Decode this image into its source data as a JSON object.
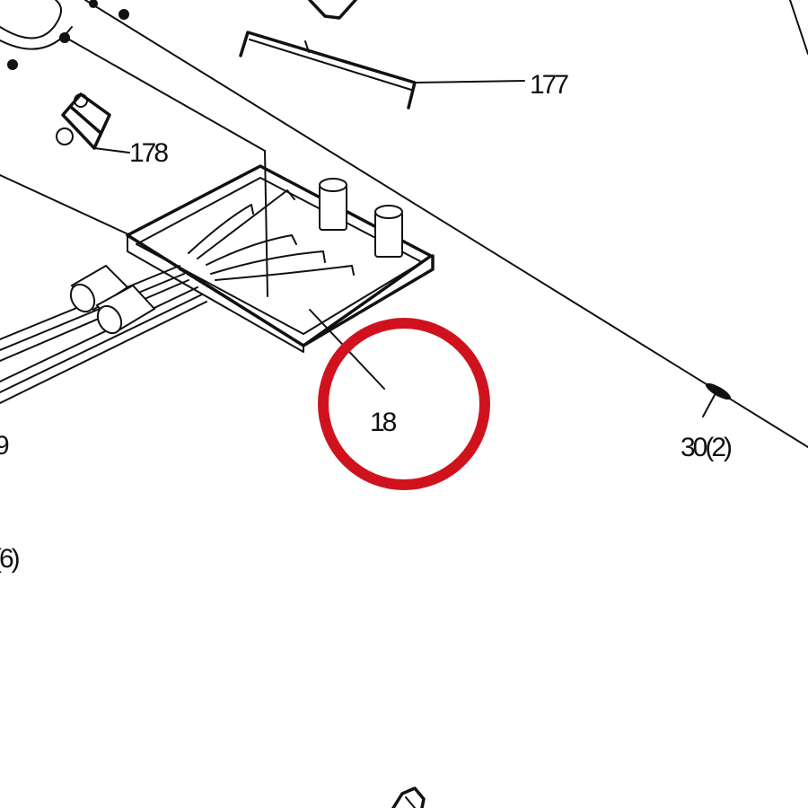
{
  "callouts": {
    "part_177": "177",
    "part_178": "178",
    "part_18": "18",
    "part_30_2": "30(2)",
    "part_9_partial": "9",
    "part_6_partial": "(6)"
  },
  "highlight": {
    "target_part": "18",
    "color": "#d0121e"
  },
  "colors": {
    "line": "#111111",
    "background": "#ffffff"
  }
}
